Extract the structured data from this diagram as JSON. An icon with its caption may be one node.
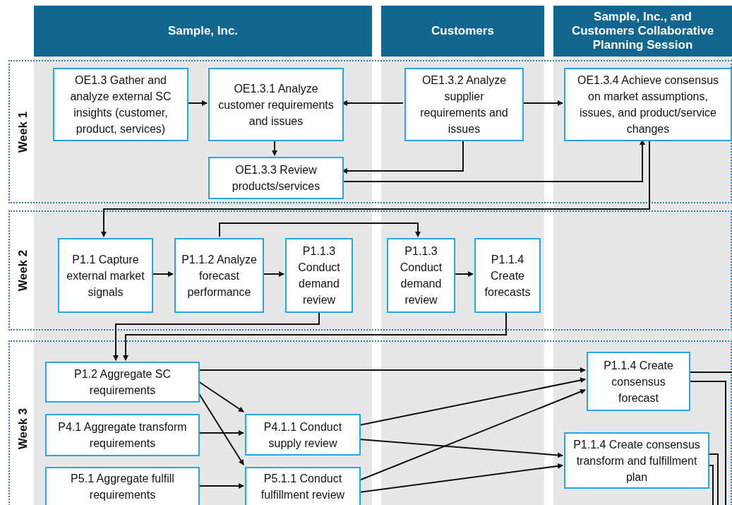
{
  "diagram": {
    "nodes": [
      {
        "text": [
          "Sample, Inc."
        ]
      },
      {
        "text": [
          "Customers"
        ]
      },
      {
        "text": [
          "Sample, Inc., and Customers Collaborative Planning Session"
        ]
      },
      {
        "text": [
          "Week 1"
        ]
      },
      {
        "text": [
          "OE1.3 Gather and analyze external SC insights (customer, product, services)"
        ],
        "in": 3
      },
      {
        "text": [
          "OE1.3.1 Analyze customer requirements and issues"
        ],
        "in": 3
      },
      {
        "text": [
          "OE1.3.2 Analyze supplier requirements and issues"
        ],
        "in": 3
      },
      {
        "text": [
          "OE1.3.4 Achieve consensus on market assumptions, issues, and product/service changes"
        ],
        "in": 3
      },
      {
        "text": [
          "OE1.3.3 Review products/services"
        ],
        "in": 3
      },
      {
        "text": [
          "Week 2"
        ]
      },
      {
        "text": [
          "P1.1 Capture external market signals"
        ],
        "in": 9
      },
      {
        "text": [
          "P1.1.2 Analyze forecast performance"
        ],
        "in": 9
      },
      {
        "text": [
          "P1.1.3 Conduct demand review"
        ],
        "in": 9
      },
      {
        "text": [
          "P1.1.3 Conduct demand review"
        ],
        "in": 9
      },
      {
        "text": [
          "P1.1.4 Create forecasts"
        ],
        "in": 9
      },
      {
        "text": [
          "Week 3"
        ]
      },
      {
        "text": [
          "P1.2 Aggregate SC requirements"
        ],
        "in": 15
      },
      {
        "text": [
          "P1.1.4 Create consensus forecast"
        ],
        "in": 15
      },
      {
        "text": [
          "P4.1 Aggregate transform requirements"
        ],
        "in": 15
      },
      {
        "text": [
          "P4.1.1 Conduct supply review"
        ],
        "in": 15
      },
      {
        "text": [
          "P1.1.4 Create consensus transform and fulfillment plan"
        ],
        "in": 15
      },
      {
        "text": [
          "P5.1 Aggregate fulfill requirements"
        ],
        "in": 15
      },
      {
        "text": [
          "P5.1.1 Conduct fulfillment review"
        ],
        "in": 15
      }
    ],
    "edges": [
      {
        "from": 4,
        "to": 5,
        "arrow": "to"
      },
      {
        "from": 6,
        "to": 5,
        "arrow": "to"
      },
      {
        "from": 6,
        "to": 7,
        "arrow": "to"
      },
      {
        "from": 5,
        "to": 8,
        "arrow": "to"
      },
      {
        "from": 6,
        "to": 8,
        "arrow": "to"
      },
      {
        "from": 8,
        "to": 7,
        "arrow": "to"
      },
      {
        "from": 7,
        "to": 10,
        "arrow": "to"
      },
      {
        "from": 10,
        "to": 11,
        "arrow": "to"
      },
      {
        "from": 11,
        "to": 13,
        "arrow": "to"
      },
      {
        "from": 11,
        "to": 12,
        "arrow": "to"
      },
      {
        "from": 13,
        "to": 14,
        "arrow": "to"
      },
      {
        "from": 12,
        "to": 16,
        "arrow": "to"
      },
      {
        "from": 14,
        "to": 16,
        "arrow": "to"
      },
      {
        "from": 16,
        "to": 17,
        "arrow": "to"
      },
      {
        "from": 16,
        "to": 19,
        "arrow": "to"
      },
      {
        "from": 16,
        "to": 22,
        "arrow": "to"
      },
      {
        "from": 18,
        "to": 19,
        "arrow": "to"
      },
      {
        "from": 21,
        "to": 22,
        "arrow": "to"
      },
      {
        "from": 19,
        "to": 17,
        "arrow": "to"
      },
      {
        "from": 19,
        "to": 20,
        "arrow": "to"
      },
      {
        "from": 22,
        "to": 17,
        "arrow": "to"
      },
      {
        "from": 22,
        "to": 20,
        "arrow": "to"
      },
      {
        "from": 17,
        "to": null,
        "arrow": "none"
      },
      {
        "from": 17,
        "to": null,
        "arrow": "none"
      },
      {
        "from": 20,
        "to": null,
        "arrow": "none"
      },
      {
        "from": 20,
        "to": null,
        "arrow": "none"
      }
    ]
  }
}
